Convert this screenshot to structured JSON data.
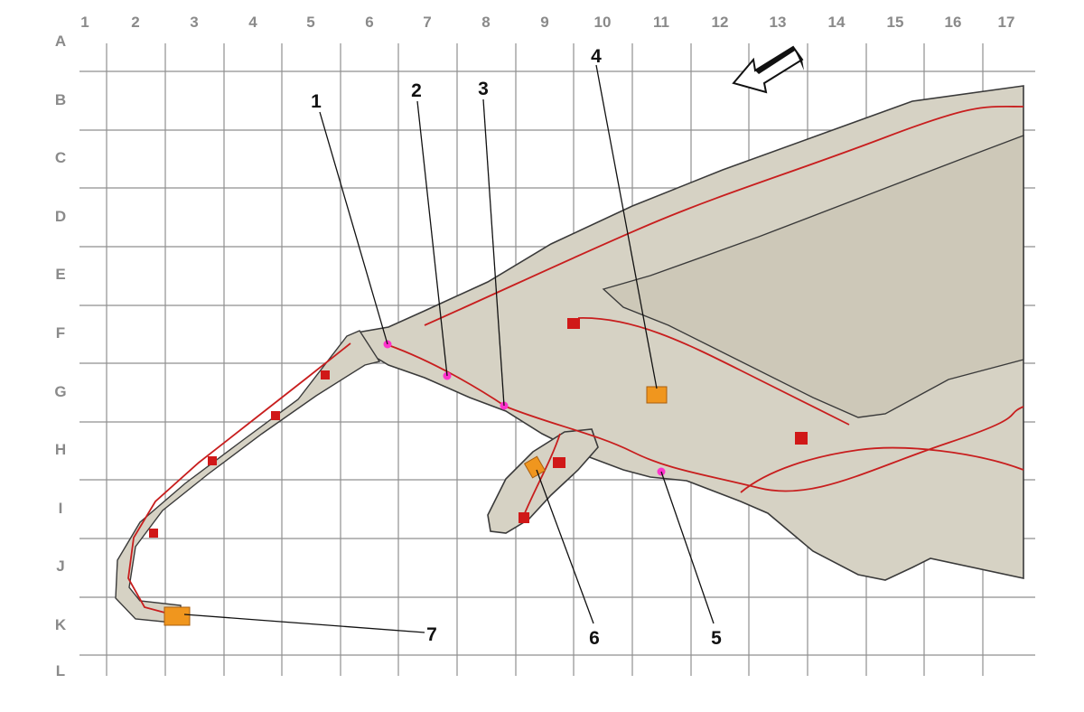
{
  "column_labels": [
    "1",
    "2",
    "3",
    "4",
    "5",
    "6",
    "7",
    "8",
    "9",
    "10",
    "11",
    "12",
    "13",
    "14",
    "15",
    "16",
    "17"
  ],
  "row_labels": [
    "A",
    "B",
    "C",
    "D",
    "E",
    "F",
    "G",
    "H",
    "I",
    "J",
    "K",
    "L"
  ],
  "callouts": [
    {
      "id": "1",
      "label": "1"
    },
    {
      "id": "2",
      "label": "2"
    },
    {
      "id": "3",
      "label": "3"
    },
    {
      "id": "4",
      "label": "4"
    },
    {
      "id": "5",
      "label": "5"
    },
    {
      "id": "6",
      "label": "6"
    },
    {
      "id": "7",
      "label": "7"
    }
  ],
  "colors": {
    "headliner_fill": "#d6d2c4",
    "sunroof_fill": "#cdc8b8",
    "harness": "#c81e1e",
    "connector_connection": "#ff33cc",
    "connector_component": "#f0961e",
    "clip_red": "#d01818",
    "grid": "#8f8f8f"
  },
  "icons": {
    "front_direction": "arrow-icon"
  }
}
